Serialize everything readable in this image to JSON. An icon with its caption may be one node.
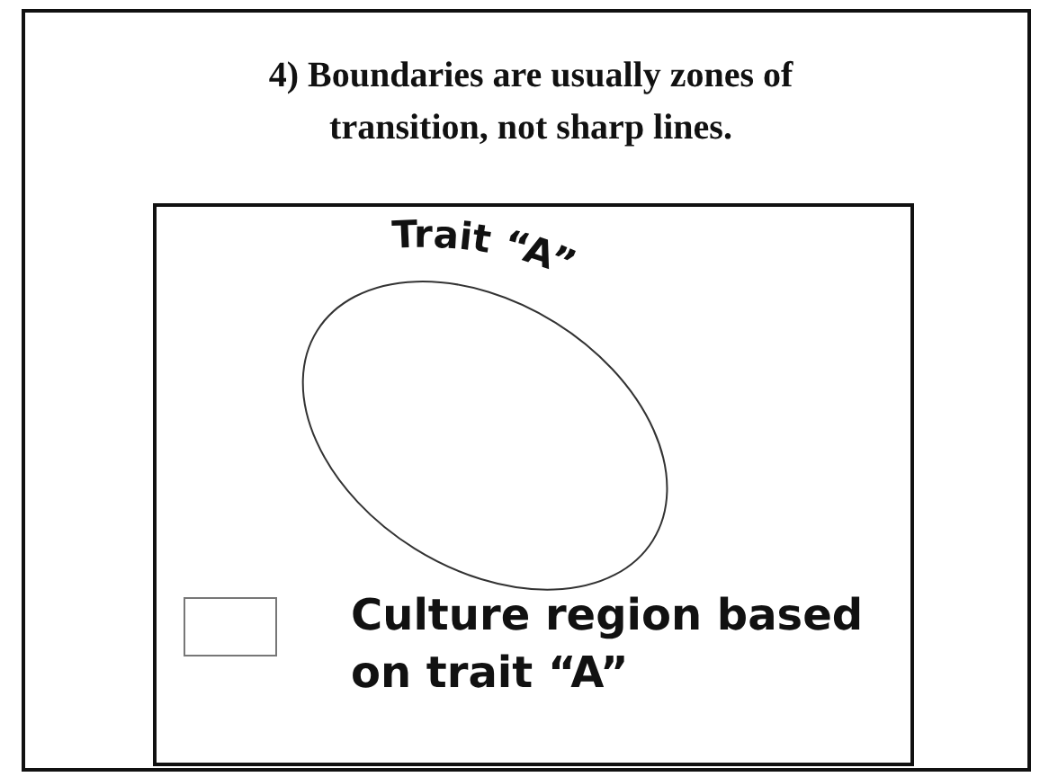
{
  "diagram": {
    "title": "4) Boundaries are usually zones of transition, not sharp lines.",
    "nodes": [
      {
        "text": [
          "Trait “A”"
        ]
      }
    ],
    "legend": [
      {
        "text": "Culture region based on trait “A”"
      }
    ]
  }
}
